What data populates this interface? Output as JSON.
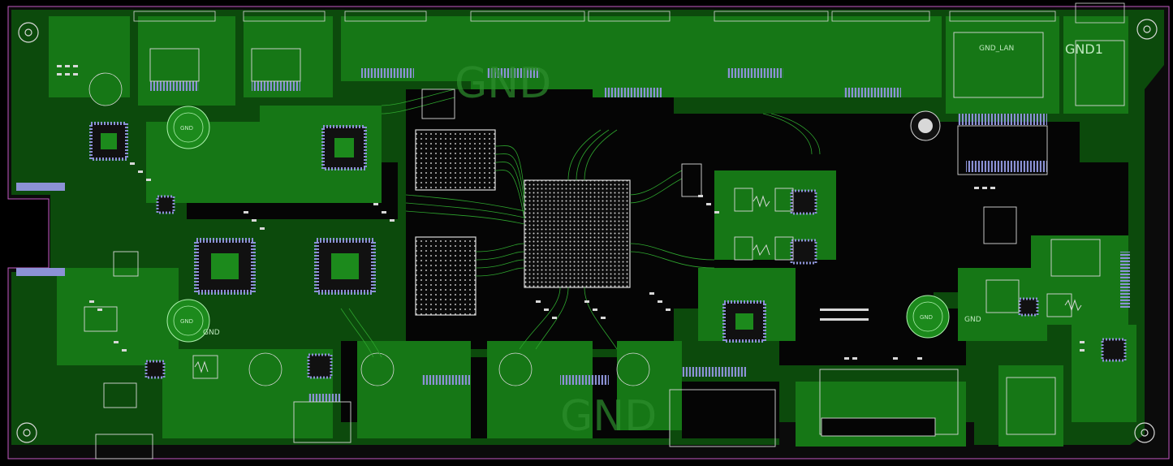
{
  "colors": {
    "background": "#000000",
    "board": "#0c4a0c",
    "copper": "#167716",
    "trace": "#2ea52e",
    "silkscreen": "#d8d8d8",
    "pad": "#8c92d6",
    "outline": "#c45ac4"
  },
  "labels": {
    "gnd_top": "GND",
    "gnd_bottom": "GND",
    "gnd_lan": "GND_LAN",
    "gnd1": "GND1",
    "gnd_right": "GND",
    "gnd_mid_left": "GND",
    "gnd_via_1": "GND",
    "gnd_via_2": "GND",
    "gnd_via_3": "GND"
  }
}
